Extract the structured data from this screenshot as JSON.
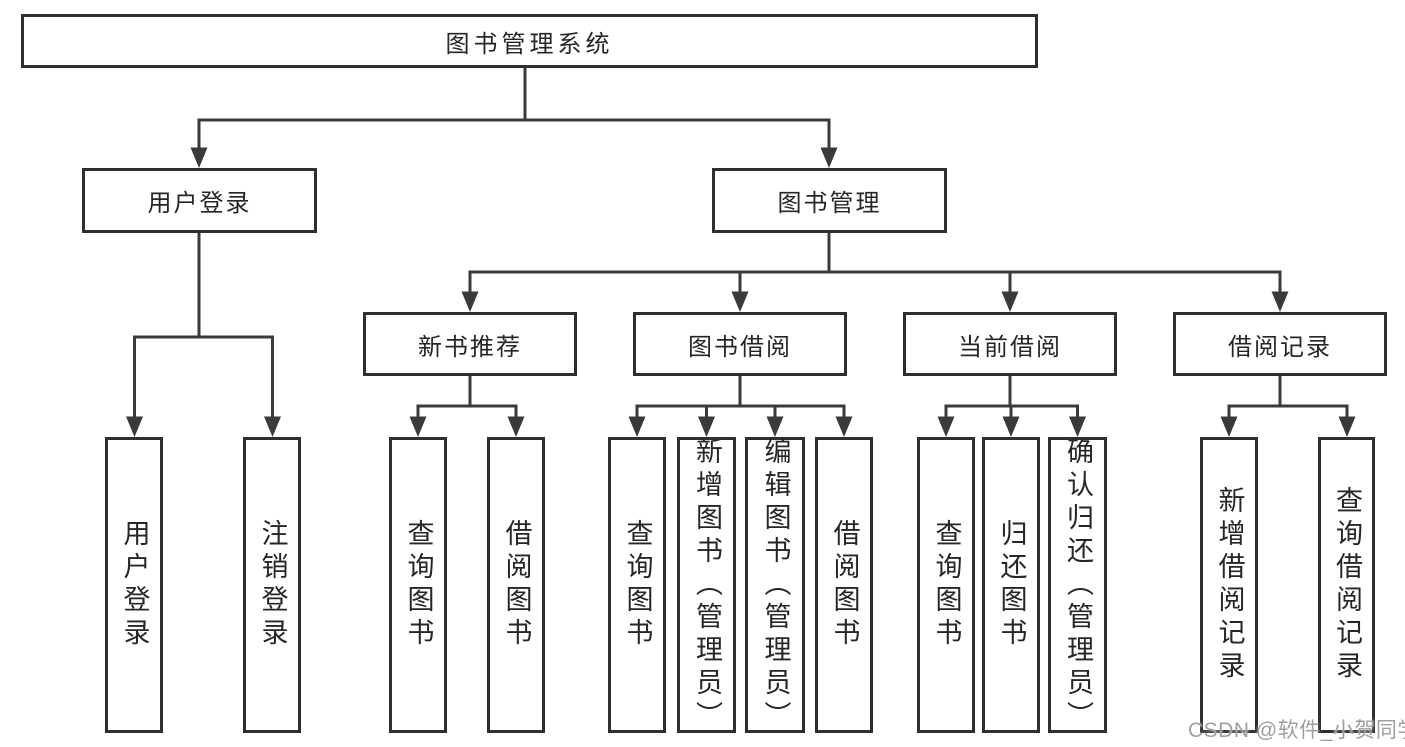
{
  "diagram": {
    "root": {
      "label": "图书管理系统"
    },
    "level2": [
      {
        "id": "user-login",
        "label": "用户登录"
      },
      {
        "id": "book-management",
        "label": "图书管理"
      }
    ],
    "level3": [
      {
        "id": "new-book-recommend",
        "label": "新书推荐"
      },
      {
        "id": "book-borrow",
        "label": "图书借阅"
      },
      {
        "id": "current-borrow",
        "label": "当前借阅"
      },
      {
        "id": "borrow-records",
        "label": "借阅记录"
      }
    ],
    "leaves": {
      "user": [
        "用户登录",
        "注销登录"
      ],
      "recommend": [
        "查询图书",
        "借阅图书"
      ],
      "borrow": [
        "查询图书",
        "新增图书（管理员）",
        "编辑图书（管理员）",
        "借阅图书"
      ],
      "current": [
        "查询图书",
        "归还图书",
        "确认归还（管理员）"
      ],
      "records": [
        "新增借阅记录",
        "查询借阅记录"
      ]
    },
    "watermark": "CSDN @软件_小贺同学",
    "colors": {
      "line": "#3a3a3a",
      "box_border": "#2f2f2f",
      "text": "#262626",
      "watermark": "#9f9f9f",
      "background": "#ffffff"
    }
  }
}
